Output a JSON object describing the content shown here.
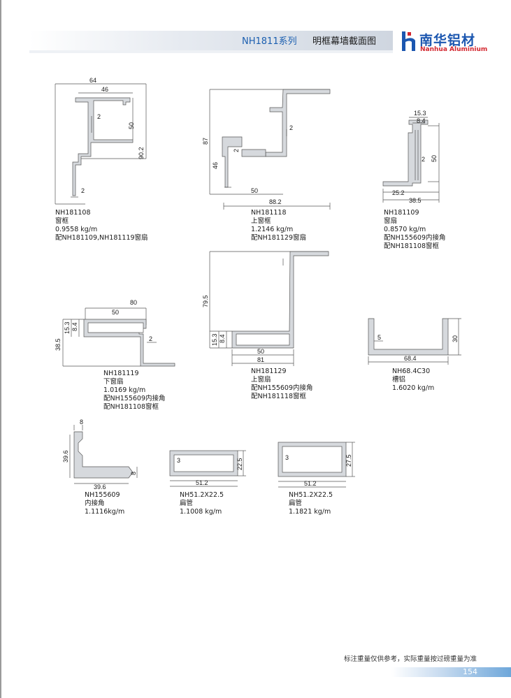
{
  "header": {
    "series": "NH1811系列",
    "title": "明框幕墙截面图",
    "logo_cn": "南华铝材",
    "logo_en": "Nanhua Aluminium"
  },
  "colors": {
    "brand_blue": "#1c57b0",
    "brand_red": "#d3272f",
    "profile_fill": "#d6d9dd",
    "profile_stroke": "#555555"
  },
  "profiles": [
    {
      "code": "NH181108",
      "name": "窗框",
      "weight": "0.9558 kg/m",
      "note": "配NH181109,NH181119窗扇",
      "dims": {
        "d64": "64",
        "d46": "46",
        "d50": "50",
        "d90": "90.2",
        "d2a": "2",
        "d2b": "2"
      }
    },
    {
      "code": "NH181118",
      "name": "上窗框",
      "weight": "1.2146 kg/m",
      "note": "配NH181129窗扇",
      "dims": {
        "d87": "87",
        "d46": "46",
        "d2a": "2",
        "d2b": "2",
        "d50": "50",
        "d88": "88.2"
      }
    },
    {
      "code": "NH181109",
      "name": "窗扇",
      "weight": "0.8570 kg/m",
      "note": "配NH155609内接角",
      "note2": "配NH181108窗框",
      "dims": {
        "d153": "15.3",
        "d84": "8.4",
        "d50": "50",
        "d2": "2",
        "d252": "25.2",
        "d385": "38.5"
      }
    },
    {
      "code": "NH181119",
      "name": "下窗扇",
      "weight": "1.0169 kg/m",
      "note": "配NH155609内接角",
      "note2": "配NH181108窗框",
      "dims": {
        "d80": "80",
        "d50": "50",
        "d153": "15.3",
        "d84": "8.4",
        "d385": "38.5",
        "d2": "2"
      }
    },
    {
      "code": "NH181129",
      "name": "上窗扇",
      "weight": "",
      "note": "配NH155609内接角",
      "note2": "配NH181118窗框",
      "dims": {
        "d795": "79.5",
        "d153": "15.3",
        "d84": "8.4",
        "d50": "50",
        "d81": "81"
      }
    },
    {
      "code": "NH68.4C30",
      "name": "槽铝",
      "weight": "1.6020 kg/m",
      "dims": {
        "d5": "5",
        "d30": "30",
        "d684": "68.4"
      }
    },
    {
      "code": "NH155609",
      "name": "内接角",
      "weight": "1.1116kg/m",
      "dims": {
        "d8a": "8",
        "d396a": "39.6",
        "d8b": "8",
        "d396b": "39.6"
      }
    },
    {
      "code": "NH51.2X22.5",
      "name": "扁管",
      "weight": "1.1008 kg/m",
      "dims": {
        "d3": "3",
        "d225": "22.5",
        "d512": "51.2"
      }
    },
    {
      "code": "NH51.2X22.5",
      "name": "扁管",
      "weight": "1.1821 kg/m",
      "dims": {
        "d3": "3",
        "d275": "27.5",
        "d512": "51.2"
      }
    }
  ],
  "footer": {
    "note": "标注重量仅供参考，实际重量按过磅重量为准",
    "page": "154"
  }
}
